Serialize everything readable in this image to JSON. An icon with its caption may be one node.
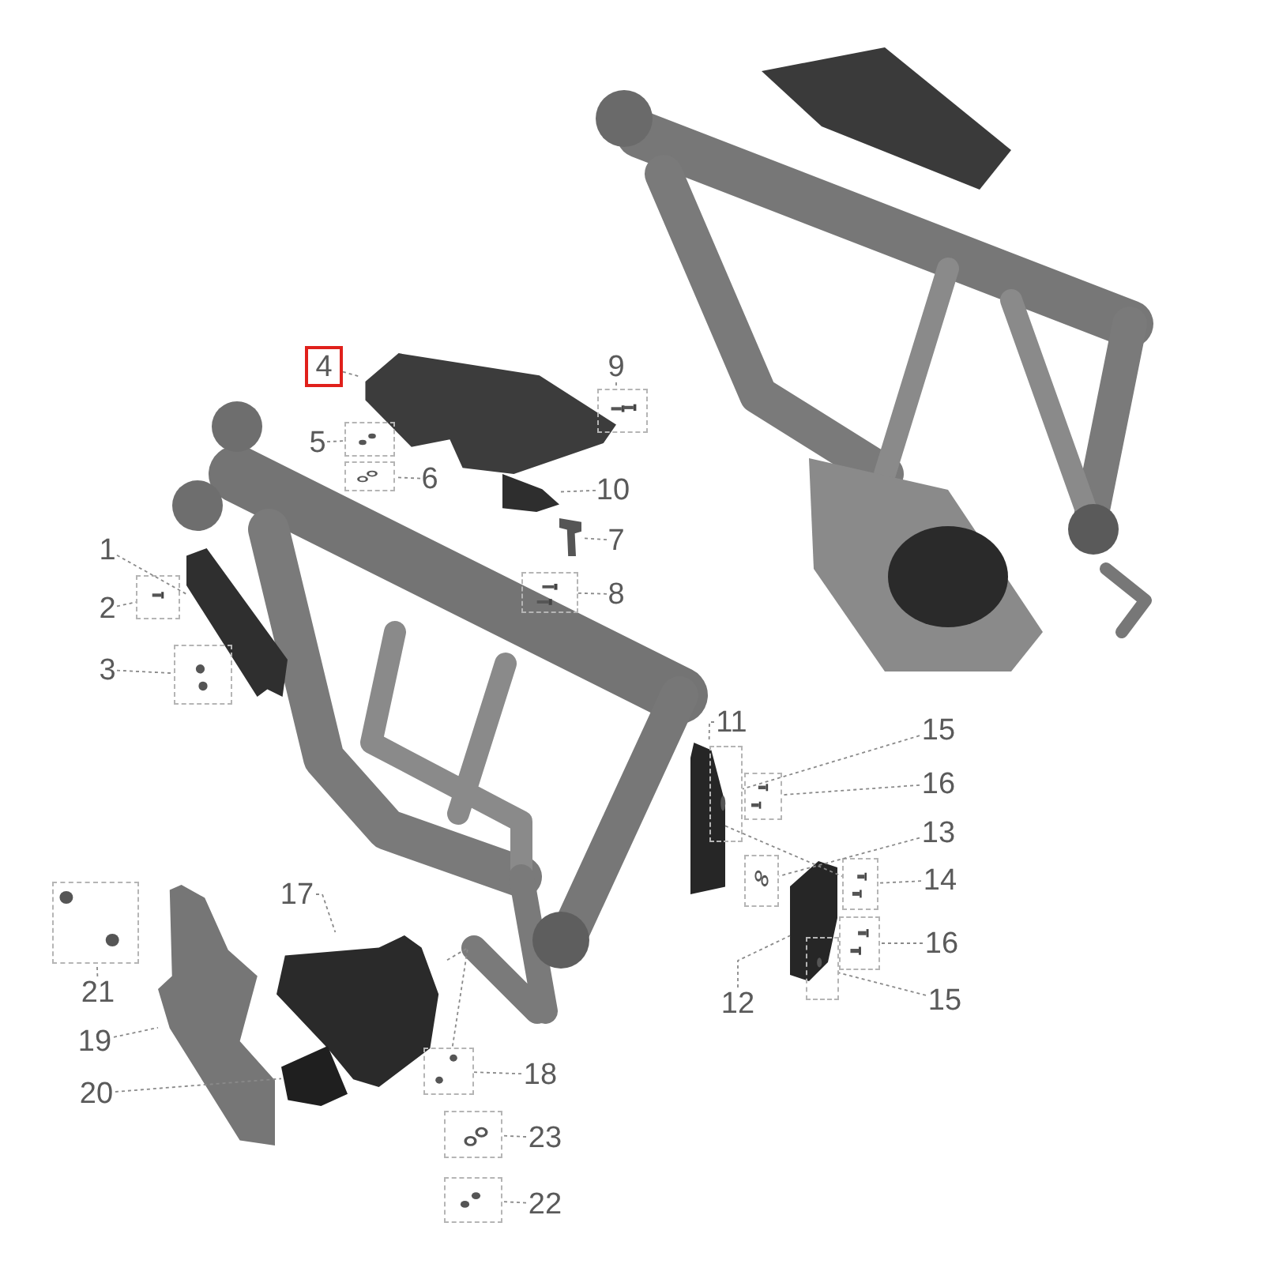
{
  "diagram": {
    "nodes": [
      {
        "text": [
          "4"
        ]
      },
      {
        "text": [],
        "shape": "picture"
      },
      {
        "text": [
          "9"
        ]
      },
      {
        "text": [],
        "shape": "box"
      },
      {
        "text": [
          "5"
        ]
      },
      {
        "text": [],
        "shape": "box"
      },
      {
        "text": [
          "6"
        ]
      },
      {
        "text": [],
        "shape": "box"
      },
      {
        "text": [
          "10"
        ]
      },
      {
        "text": [],
        "shape": "picture"
      },
      {
        "text": [
          "7"
        ]
      },
      {
        "text": [],
        "shape": "picture"
      },
      {
        "text": [
          "1"
        ]
      },
      {
        "text": [],
        "shape": "picture"
      },
      {
        "text": [
          "2"
        ]
      },
      {
        "text": [],
        "shape": "box"
      },
      {
        "text": [
          "8"
        ]
      },
      {
        "text": [],
        "shape": "box"
      },
      {
        "text": [
          "3"
        ]
      },
      {
        "text": [],
        "shape": "box"
      },
      {
        "text": [
          "11"
        ]
      },
      {
        "text": [],
        "shape": "picture"
      },
      {
        "text": [
          "15"
        ]
      },
      {
        "text": [],
        "shape": "box"
      },
      {
        "text": [
          "16"
        ]
      },
      {
        "text": [],
        "shape": "box"
      },
      {
        "text": [
          "13"
        ]
      },
      {
        "text": [],
        "shape": "box"
      },
      {
        "text": [
          "14"
        ]
      },
      {
        "text": [],
        "shape": "box"
      },
      {
        "text": [],
        "shape": "picture"
      },
      {
        "text": [
          "12"
        ]
      },
      {
        "text": [],
        "shape": "box"
      },
      {
        "text": [
          "16"
        ]
      },
      {
        "text": [],
        "shape": "box"
      },
      {
        "text": [
          "15"
        ]
      },
      {
        "text": [
          "21"
        ]
      },
      {
        "text": [],
        "shape": "box"
      },
      {
        "text": [
          "17"
        ]
      },
      {
        "text": [],
        "shape": "picture"
      },
      {
        "text": [
          "19"
        ]
      },
      {
        "text": [],
        "shape": "picture"
      },
      {
        "text": [
          "20"
        ]
      },
      {
        "text": [],
        "shape": "picture"
      },
      {
        "text": [
          "18"
        ]
      },
      {
        "text": [],
        "shape": "box"
      },
      {
        "text": [
          "23"
        ]
      },
      {
        "text": [],
        "shape": "box"
      },
      {
        "text": [
          "22"
        ]
      },
      {
        "text": [],
        "shape": "box"
      }
    ],
    "edges": [
      {
        "from": 0,
        "to": 1,
        "arrow": "none"
      },
      {
        "from": 2,
        "to": 3,
        "arrow": "none"
      },
      {
        "from": 4,
        "to": 5,
        "arrow": "none"
      },
      {
        "from": 6,
        "to": 7,
        "arrow": "none"
      },
      {
        "from": 8,
        "to": 9,
        "arrow": "none"
      },
      {
        "from": 10,
        "to": 11,
        "arrow": "none"
      },
      {
        "from": 12,
        "to": 13,
        "arrow": "none"
      },
      {
        "from": 14,
        "to": 15,
        "arrow": "none"
      },
      {
        "from": 16,
        "to": 17,
        "arrow": "none"
      },
      {
        "from": 18,
        "to": 19,
        "arrow": "none"
      },
      {
        "from": 20,
        "to": 21,
        "arrow": "none"
      },
      {
        "from": 22,
        "to": 23,
        "arrow": "none"
      },
      {
        "from": 24,
        "to": 25,
        "arrow": "none"
      },
      {
        "from": 26,
        "to": 27,
        "arrow": "none"
      },
      {
        "from": 28,
        "to": 29,
        "arrow": "none"
      },
      {
        "from": 31,
        "to": 30,
        "arrow": "none"
      },
      {
        "from": 33,
        "to": 32,
        "arrow": "none"
      },
      {
        "from": 35,
        "to": 34,
        "arrow": "none"
      },
      {
        "from": 36,
        "to": 37,
        "arrow": "none"
      },
      {
        "from": 38,
        "to": 39,
        "arrow": "none"
      },
      {
        "from": 40,
        "to": 41,
        "arrow": "none"
      },
      {
        "from": 42,
        "to": 43,
        "arrow": "none"
      },
      {
        "from": 44,
        "to": 45,
        "arrow": "none"
      },
      {
        "from": 46,
        "to": 47,
        "arrow": "none"
      },
      {
        "from": 48,
        "to": 49,
        "arrow": "none"
      },
      {
        "from": 21,
        "to": 29,
        "arrow": "none"
      },
      {
        "from": 39,
        "to": 45,
        "arrow": "none"
      }
    ]
  }
}
